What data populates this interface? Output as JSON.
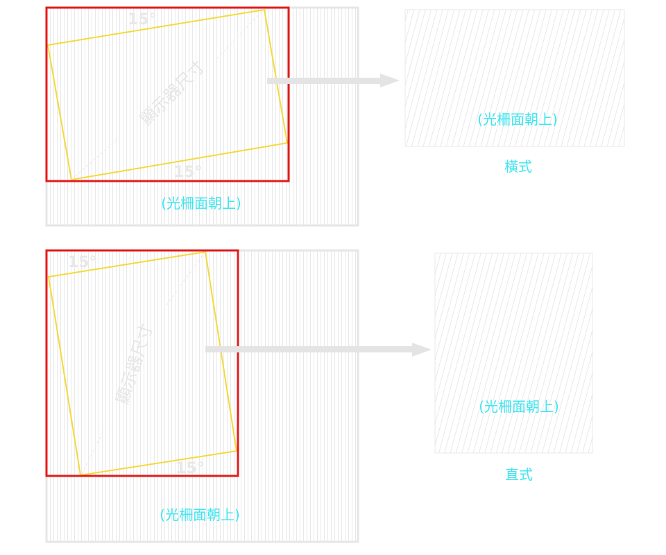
{
  "colors": {
    "accent_text": "#3ee6f0",
    "crop_frame": "#e31b1b",
    "rotated_display": "#f5d93a",
    "sheet_lines": "#e3e3e3",
    "arrow": "#e4e4e4",
    "faint_text": "#e6e6e6"
  },
  "top": {
    "angle_top": "15°",
    "angle_bottom": "15°",
    "display_label": "顯示器尺寸",
    "sheet_caption": "(光柵面朝上)",
    "result_caption": "(光柵面朝上)",
    "orientation_label": "橫式"
  },
  "bottom": {
    "angle_top": "15°",
    "angle_bottom": "15°",
    "display_label": "顯示器尺寸",
    "sheet_caption": "(光柵面朝上)",
    "result_caption": "(光柵面朝上)",
    "result_faint_label": "",
    "orientation_label": "直式"
  }
}
